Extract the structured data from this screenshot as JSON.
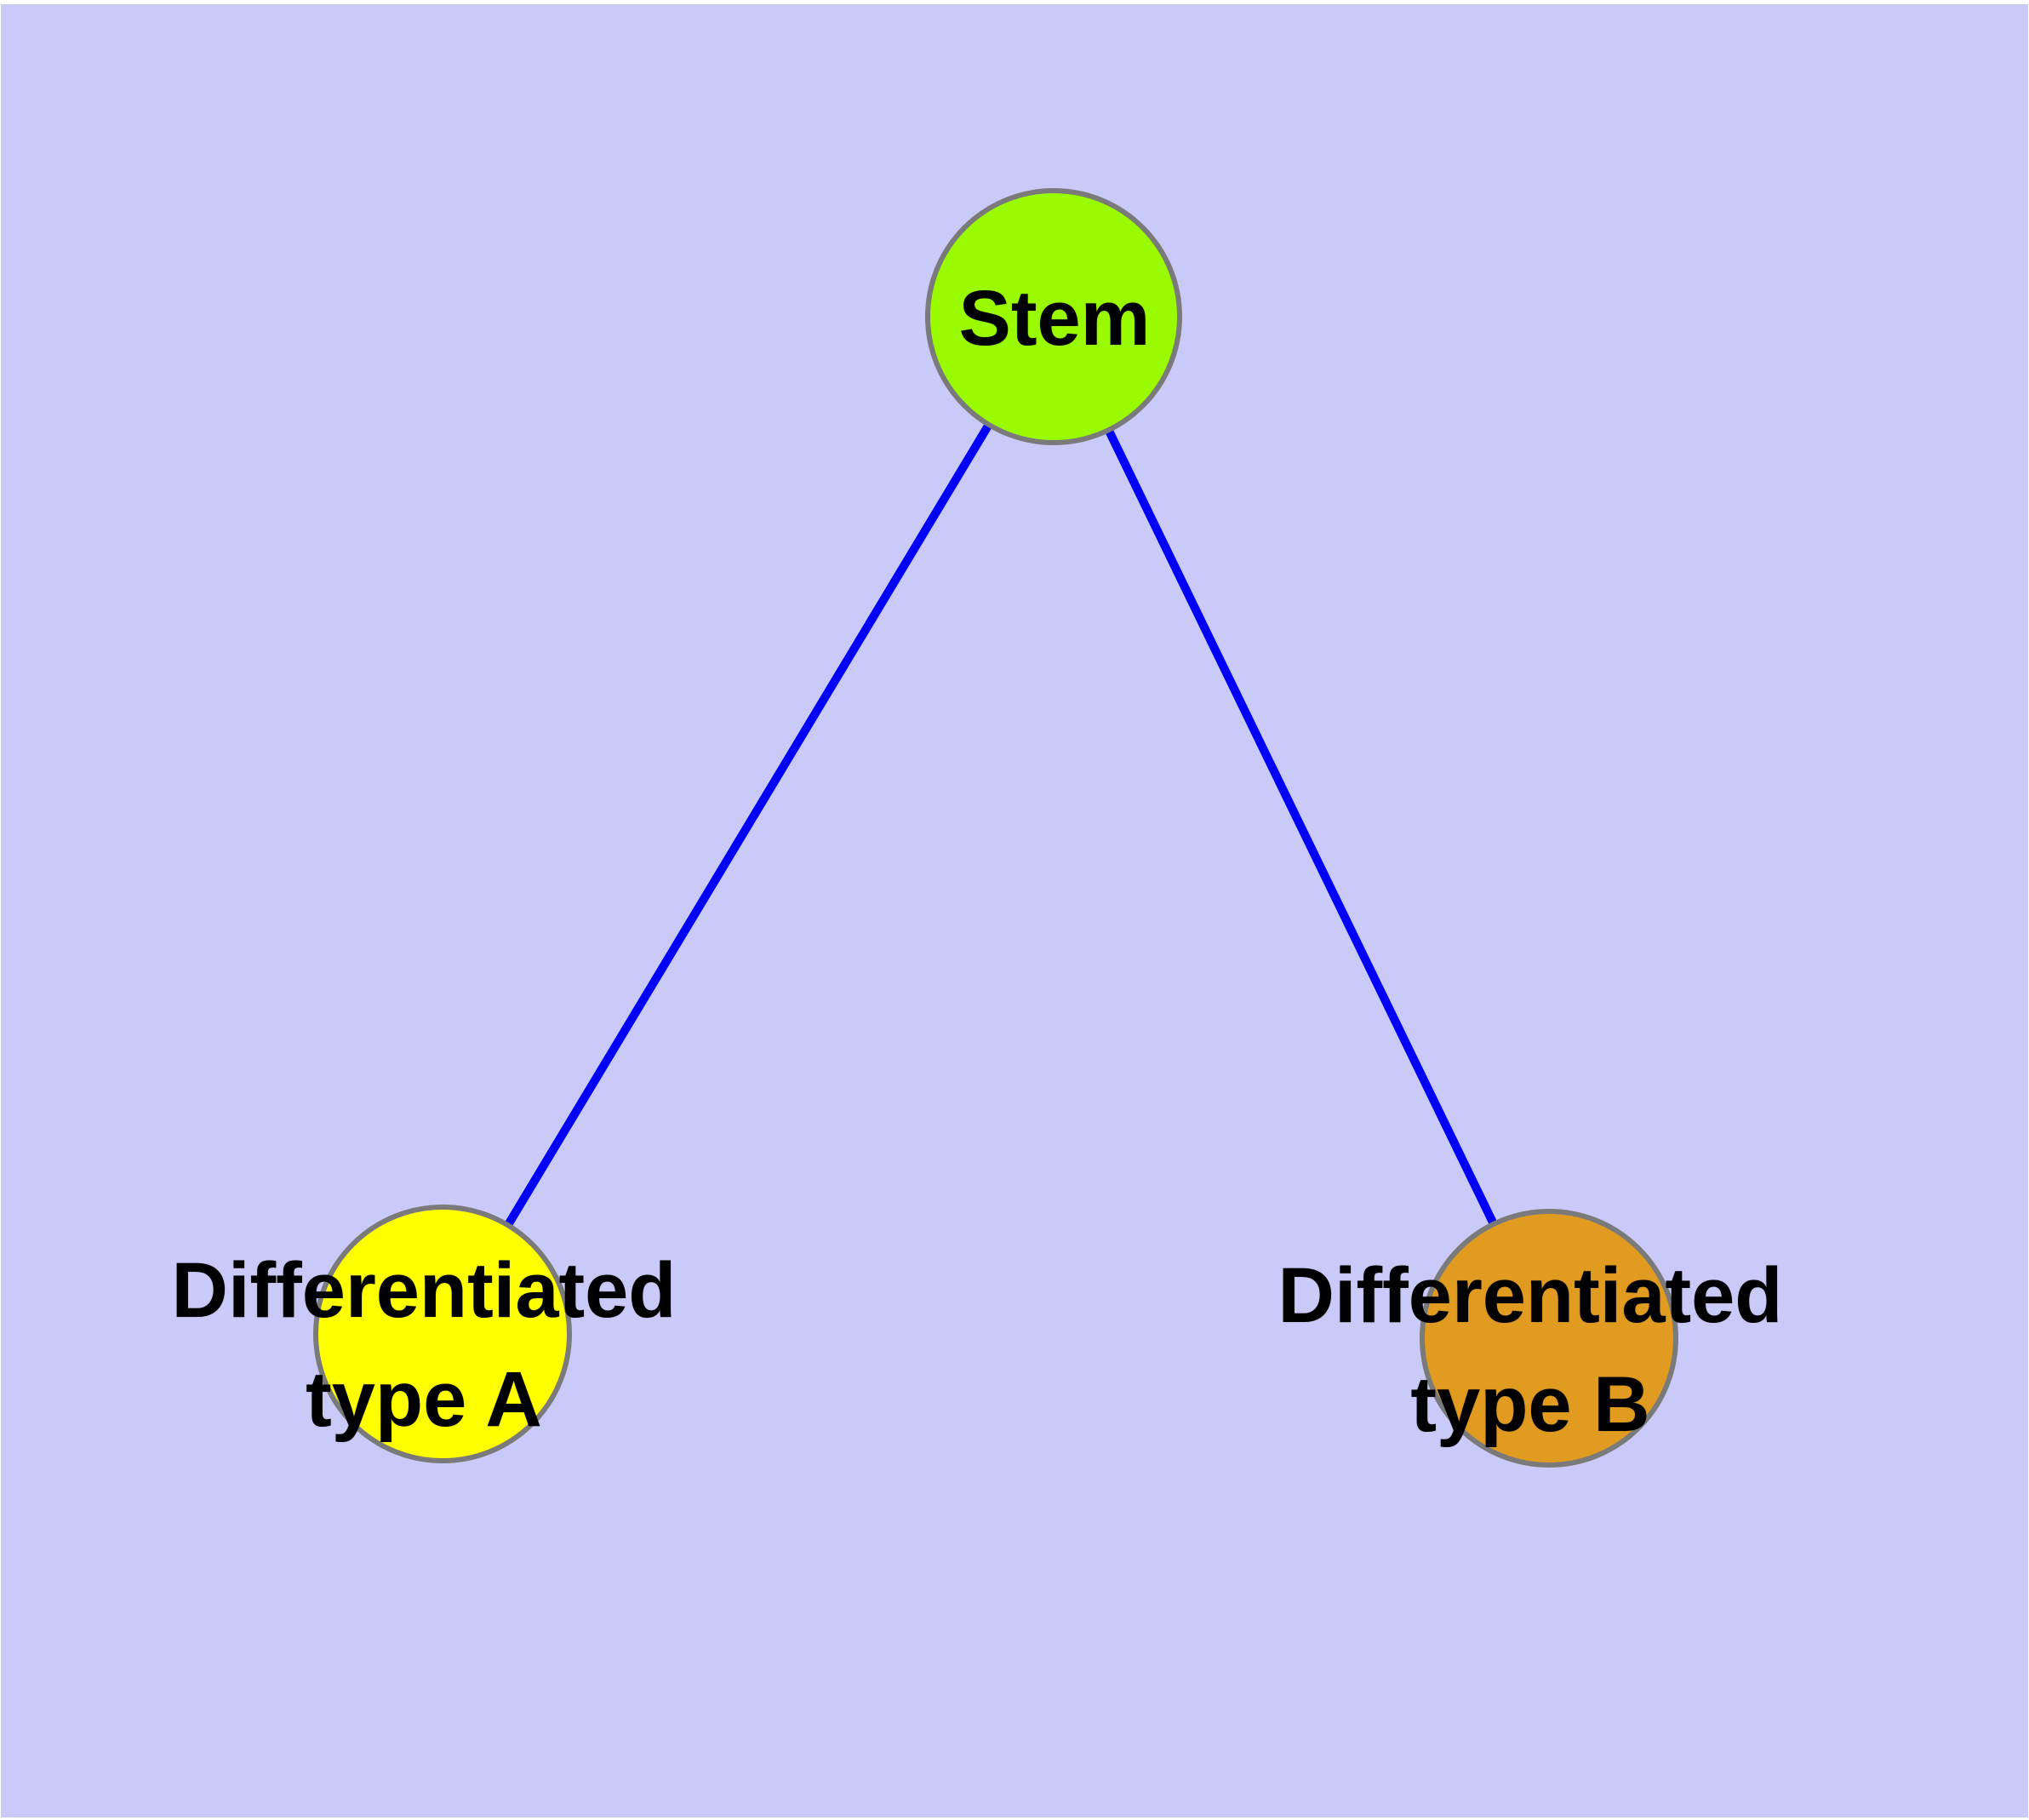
{
  "diagram": {
    "background_color": "#cacaf8",
    "frame_color": "#ffffff",
    "edge_color": "#0000f8",
    "node_border_color": "#7a7a7a",
    "label_color": "#000000",
    "nodes": {
      "stem": {
        "id": "stem",
        "label": "Stem",
        "fill": "#9afb00"
      },
      "type_a": {
        "id": "type_a",
        "label": "Differentiated\ntype A",
        "fill": "#ffff00"
      },
      "type_b": {
        "id": "type_b",
        "label": "Differentiated\ntype B",
        "fill": "#e09b20"
      }
    },
    "edges": [
      {
        "from": "stem",
        "to": "type_a"
      },
      {
        "from": "stem",
        "to": "type_b"
      }
    ]
  }
}
